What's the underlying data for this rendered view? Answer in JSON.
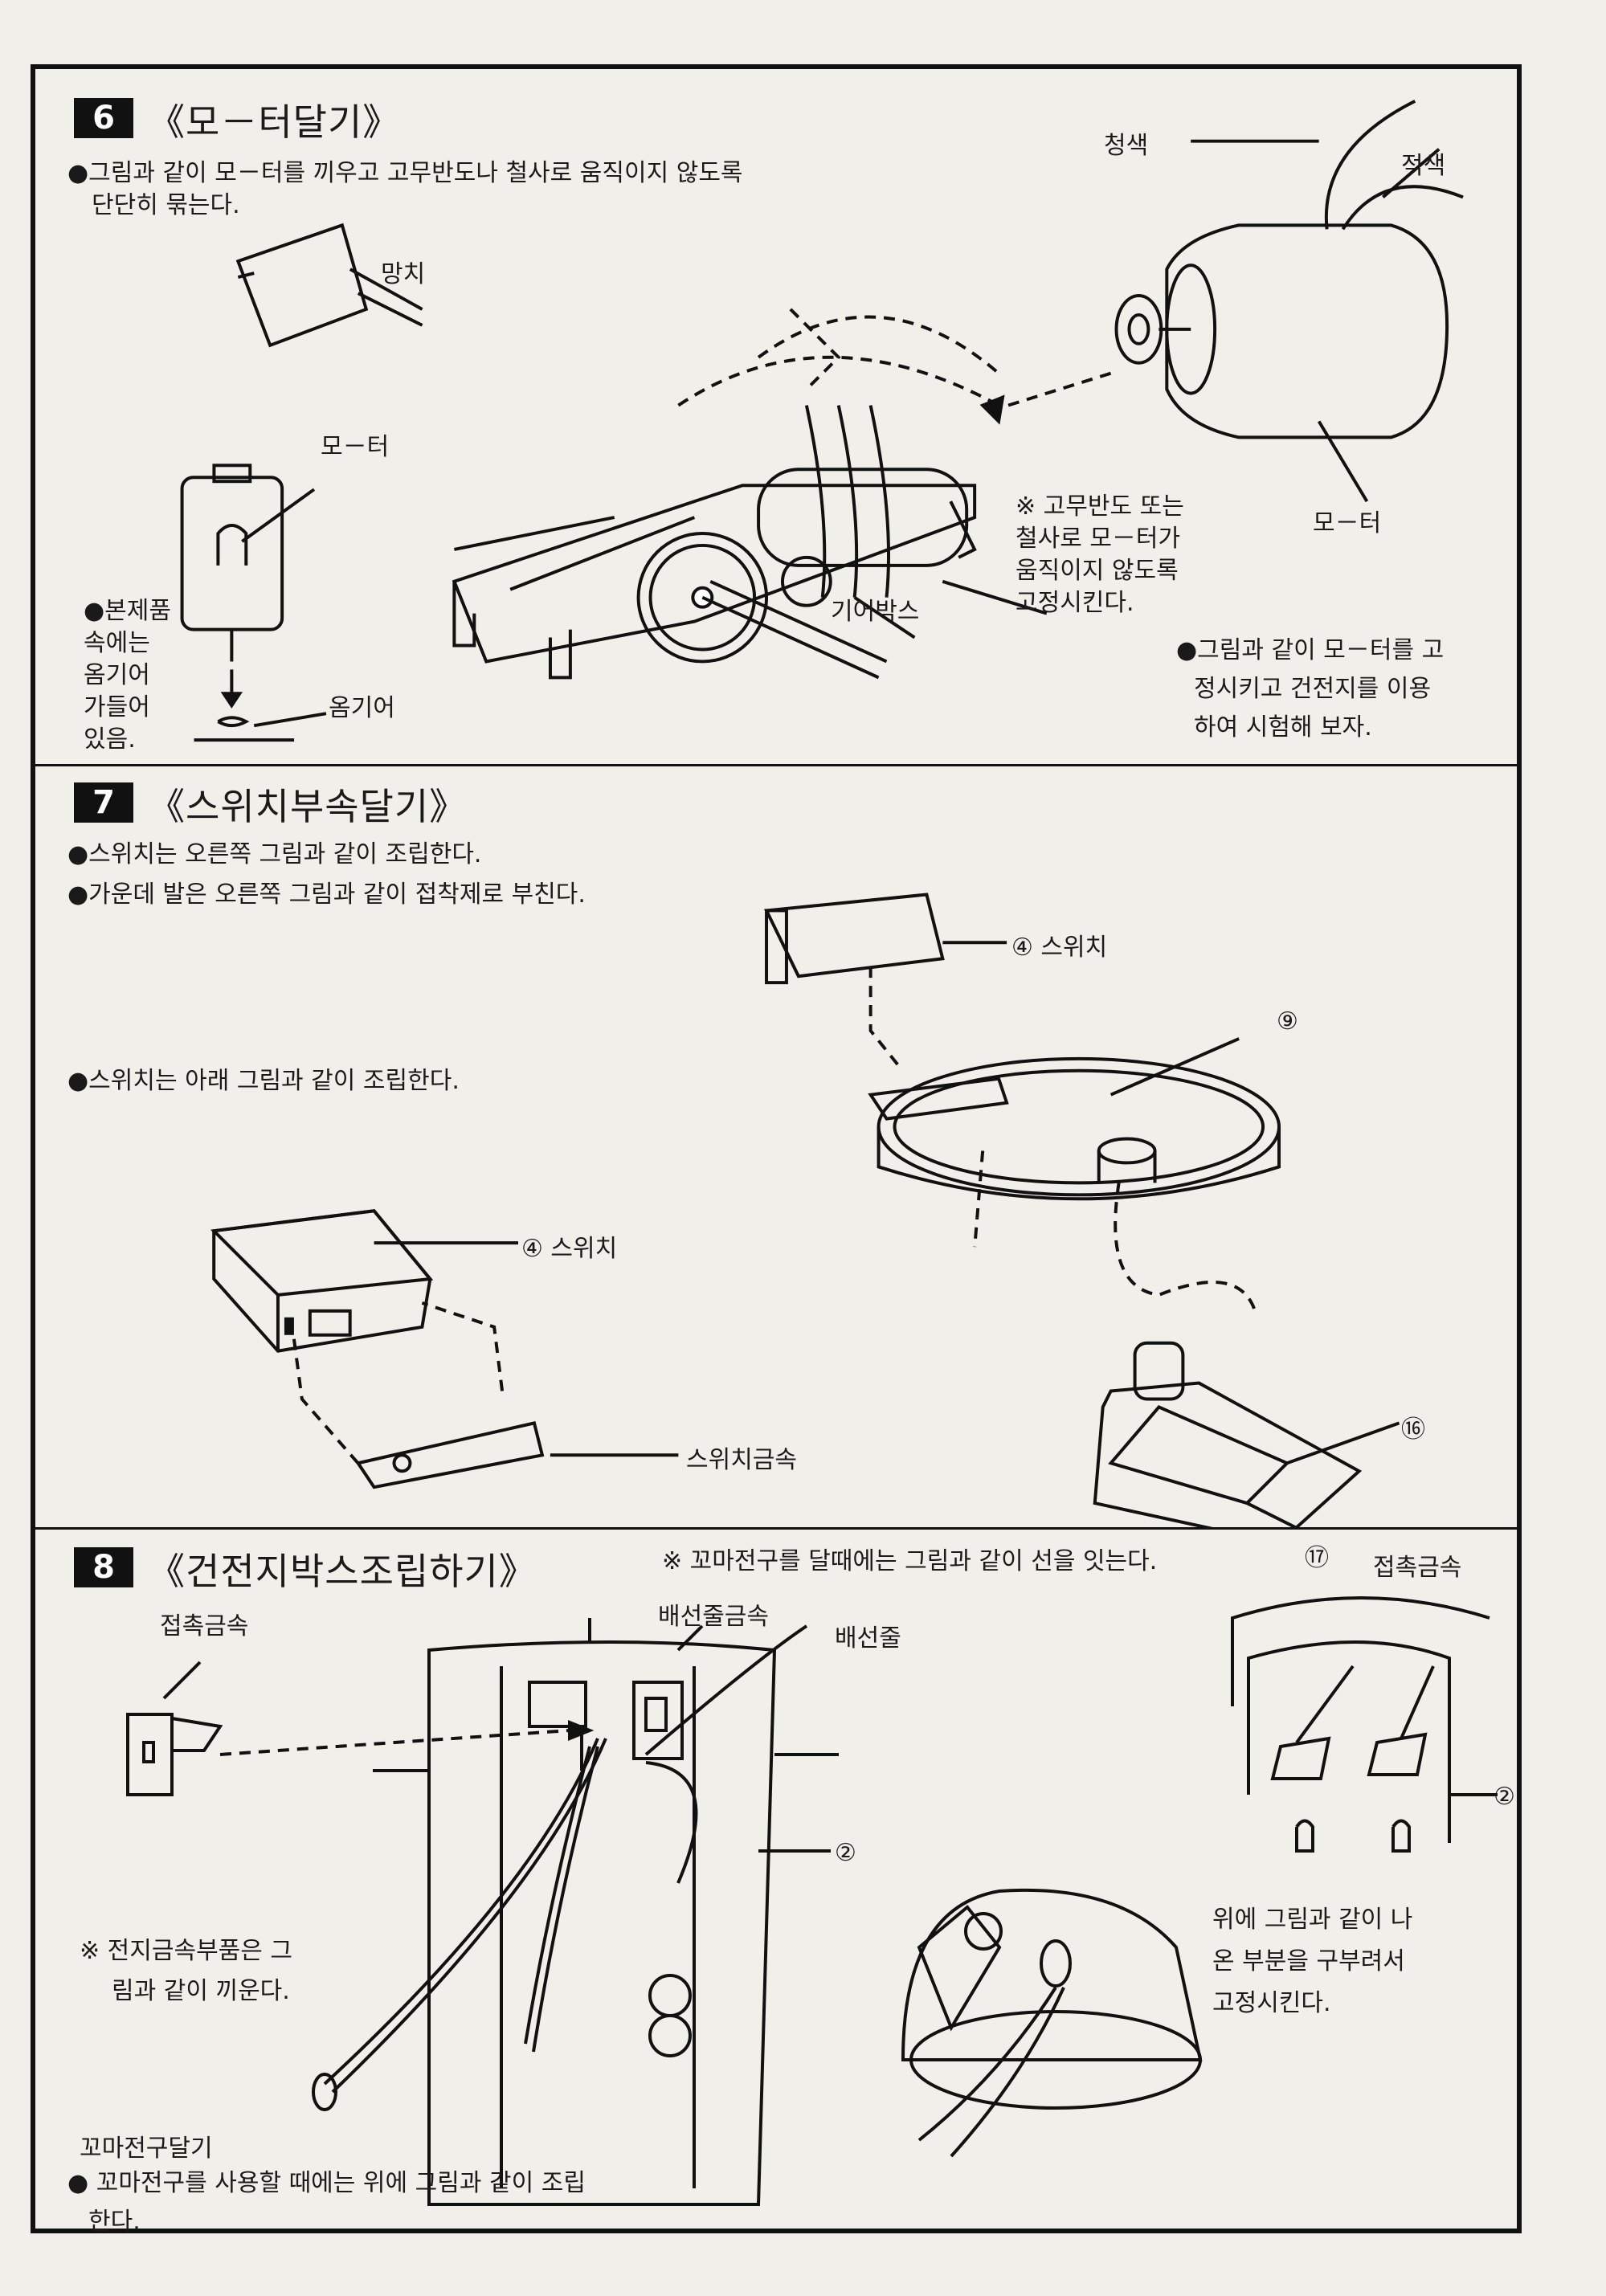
{
  "section6": {
    "number": "6",
    "title": "《모－터달기》",
    "instruction_line1": "●그림과 같이 모－터를 끼우고 고무반도나 철사로 움직이지 않도록",
    "instruction_line2": "단단히 묶는다.",
    "labels": {
      "hammer": "망치",
      "motor_small": "모－터",
      "blue": "청색",
      "red": "적색",
      "motor": "모－터",
      "gearbox": "기어박스",
      "pinion": "옴기어"
    },
    "note_lines": [
      "●본제품",
      "속에는",
      "옴기어",
      "가들어",
      "있음."
    ],
    "rubber_note": [
      "※ 고무반도 또는",
      "철사로 모－터가",
      "움직이지 않도록",
      "고정시킨다."
    ],
    "test_note": [
      "●그림과 같이 모－터를 고",
      "정시키고 건전지를 이용",
      "하여 시험해 보자."
    ]
  },
  "section7": {
    "number": "7",
    "title": "《스위치부속달기》",
    "bullets": [
      "●스위치는 오른쪽 그림과 같이 조립한다.",
      "●가운데 발은 오른쪽 그림과 같이 접착제로 부친다."
    ],
    "switch_note": "●스위치는 아래 그림과 같이 조립한다.",
    "labels": {
      "switch_right": "④ 스위치",
      "switch_left": "④ 스위치",
      "switch_metal": "스위치금속",
      "part9": "⑨",
      "part16": "⑯",
      "part17": "⑰"
    }
  },
  "section8": {
    "number": "8",
    "title": "《건전지박스조립하기》",
    "top_note": "※ 꼬마전구를 달때에는 그림과 같이 선을 잇는다.",
    "labels": {
      "contact_left": "접촉금속",
      "wire_metal": "배선줄금속",
      "wire": "배선줄",
      "part2_center": "②",
      "contact_right": "접촉금속",
      "part2_right": "②",
      "bulb_attach": "꼬마전구달기"
    },
    "battery_note": [
      "※ 전지금속부품은 그",
      "림과 같이 끼운다."
    ],
    "bend_note": [
      "위에 그림과 같이 나",
      "온 부분을 구부려서",
      "고정시킨다."
    ],
    "bottom_note": [
      "● 꼬마전구를 사용할 때에는 위에 그림과 같이 조립",
      "한다."
    ]
  }
}
